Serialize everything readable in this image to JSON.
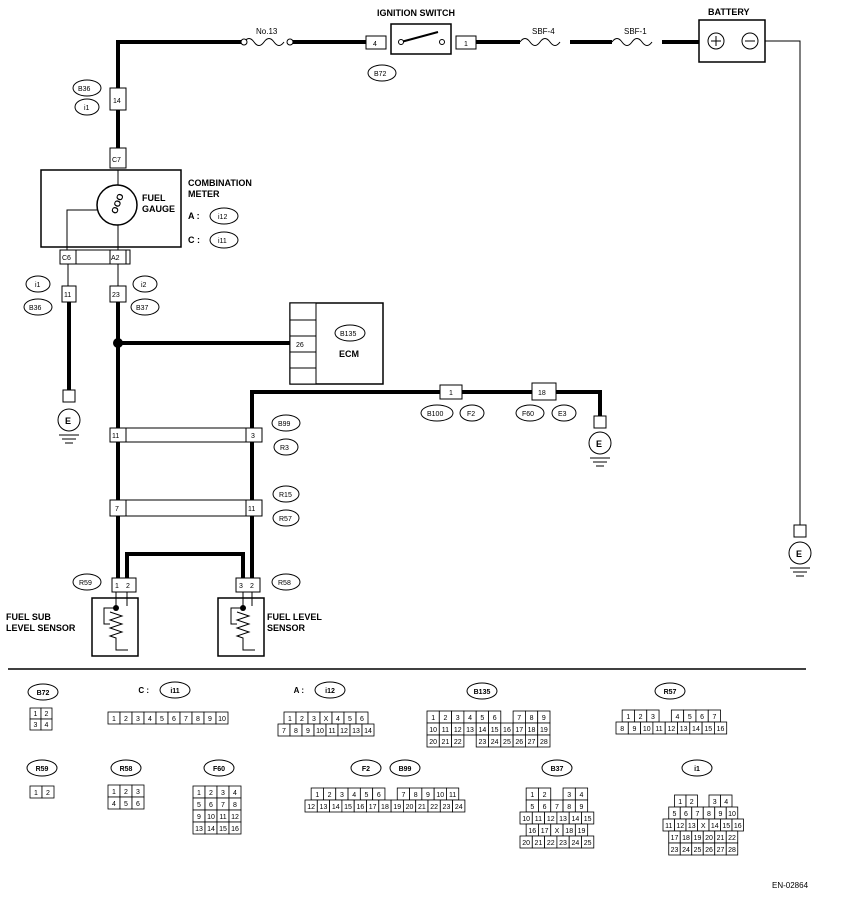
{
  "labels": {
    "fuse13": "No.13",
    "ign_switch": "IGNITION SWITCH",
    "sbf4": "SBF-4",
    "sbf1": "SBF-1",
    "battery": "BATTERY",
    "ign_pin4": "4",
    "ign_pin1": "1",
    "b72": "B72",
    "b36a": "B36",
    "i1a": "i1",
    "pin14": "14",
    "c7": "C7",
    "combo_meter": [
      "COMBINATION",
      "METER"
    ],
    "fuel_gauge": [
      "FUEL",
      "GAUGE"
    ],
    "a_label": "A :",
    "i12": "i12",
    "c_label": "C :",
    "i11": "i11",
    "c6": "C6",
    "a2": "A2",
    "pin11a": "11",
    "pin23": "23",
    "i1b": "i1",
    "b36b": "B36",
    "i2": "i2",
    "b37": "B37",
    "b135": "B135",
    "ecm": "ECM",
    "pin26": "26",
    "pin1b": "1",
    "b100": "B100",
    "f2": "F2",
    "pin18": "18",
    "f60": "F60",
    "e3": "E3",
    "pin11b": "11",
    "pin3": "3",
    "b99": "B99",
    "r3": "R3",
    "pin7": "7",
    "pin11c": "11",
    "r15": "R15",
    "r57": "R57",
    "pin1c": "1",
    "pin2": "2",
    "pin3b": "3",
    "pin2b": "2",
    "r59": "R59",
    "r58": "R58",
    "fuel_sub": [
      "FUEL SUB",
      "LEVEL SENSOR"
    ],
    "fuel_level": [
      "FUEL LEVEL",
      "SENSOR"
    ],
    "ground": "E",
    "code": "EN-02864"
  },
  "connectors": {
    "b72": {
      "title": "B72",
      "prefix": "",
      "rows": [
        [
          "1",
          "2"
        ],
        [
          "3",
          "4"
        ]
      ]
    },
    "i11": {
      "title": "i11",
      "prefix": "C :",
      "rows": [
        [
          "1",
          "2",
          "3",
          "4",
          "5",
          "6",
          "7",
          "8",
          "9",
          "10"
        ]
      ]
    },
    "i12": {
      "title": "i12",
      "prefix": "A :",
      "rows": [
        [
          "1",
          "2",
          "3",
          "X",
          "4",
          "5",
          "6"
        ],
        [
          "7",
          "8",
          "9",
          "10",
          "11",
          "12",
          "13",
          "14"
        ]
      ]
    },
    "b135": {
      "title": "B135",
      "prefix": "",
      "rows": [
        [
          "1",
          "2",
          "3",
          "4",
          "5",
          "6",
          "",
          "7",
          "8",
          "9"
        ],
        [
          "10",
          "11",
          "12",
          "13",
          "14",
          "15",
          "16",
          "17",
          "18",
          "19"
        ],
        [
          "20",
          "21",
          "22",
          "",
          "23",
          "24",
          "25",
          "26",
          "27",
          "28"
        ]
      ]
    },
    "r57": {
      "title": "R57",
      "prefix": "",
      "rows": [
        [
          "1",
          "2",
          "3",
          "",
          "4",
          "5",
          "6",
          "7"
        ],
        [
          "8",
          "9",
          "10",
          "11",
          "12",
          "13",
          "14",
          "15",
          "16"
        ]
      ]
    },
    "r59": {
      "title": "R59",
      "prefix": "",
      "rows": [
        [
          "1",
          "2"
        ]
      ]
    },
    "r58": {
      "title": "R58",
      "prefix": "",
      "rows": [
        [
          "1",
          "2",
          "3"
        ],
        [
          "4",
          "5",
          "6"
        ]
      ]
    },
    "f60": {
      "title": "F60",
      "prefix": "",
      "rows": [
        [
          "1",
          "2",
          "3",
          "4"
        ],
        [
          "5",
          "6",
          "7",
          "8"
        ],
        [
          "9",
          "10",
          "11",
          "12"
        ],
        [
          "13",
          "14",
          "15",
          "16"
        ]
      ]
    },
    "f2b99": {
      "title": "F2",
      "title2": "B99",
      "prefix": "",
      "rows": [
        [
          "1",
          "2",
          "3",
          "4",
          "5",
          "6",
          "",
          "7",
          "8",
          "9",
          "10",
          "11"
        ],
        [
          "12",
          "13",
          "14",
          "15",
          "16",
          "17",
          "18",
          "19",
          "20",
          "21",
          "22",
          "23",
          "24"
        ]
      ]
    },
    "b37": {
      "title": "B37",
      "prefix": "",
      "rows": [
        [
          "1",
          "2",
          "",
          "3",
          "4"
        ],
        [
          "5",
          "6",
          "7",
          "8",
          "9"
        ],
        [
          "10",
          "11",
          "12",
          "13",
          "14",
          "15"
        ],
        [
          "16",
          "17",
          "X",
          "18",
          "19"
        ],
        [
          "20",
          "21",
          "22",
          "23",
          "24",
          "25"
        ]
      ]
    },
    "i1": {
      "title": "i1",
      "prefix": "",
      "rows": [
        [
          "1",
          "2",
          "",
          "3",
          "4"
        ],
        [
          "5",
          "6",
          "7",
          "8",
          "9",
          "10"
        ],
        [
          "11",
          "12",
          "13",
          "X",
          "14",
          "15",
          "16"
        ],
        [
          "17",
          "18",
          "19",
          "20",
          "21",
          "22"
        ],
        [
          "23",
          "24",
          "25",
          "26",
          "27",
          "28"
        ]
      ]
    }
  }
}
